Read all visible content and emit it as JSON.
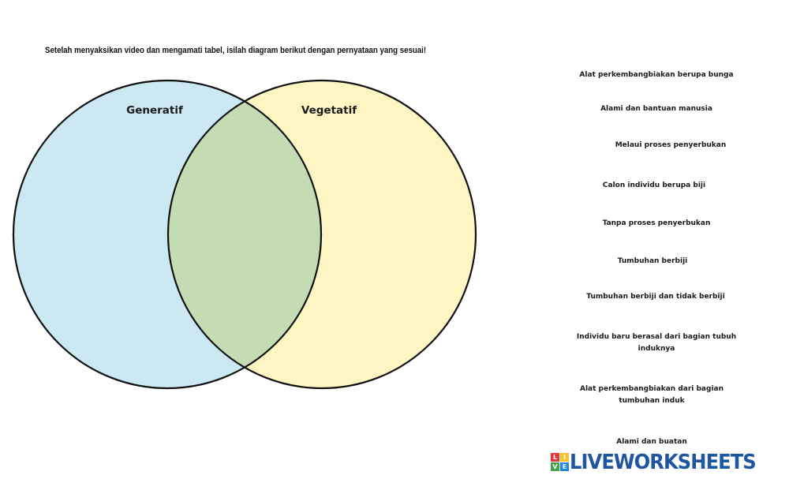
{
  "instruction": "Setelah menyaksikan video dan mengamati tabel, isilah diagram berikut dengan pernyataan yang sesuai!",
  "venn": {
    "left_title": "Generatif",
    "right_title": "Vegetatif",
    "colors": {
      "left_fill": "#cbe8f3",
      "right_fill": "#fdf6c2",
      "overlap_fill": "#c4dcb4",
      "stroke": "#111111"
    }
  },
  "options": [
    {
      "lines": [
        "Alat perkembangbiakan berupa bunga"
      ]
    },
    {
      "lines": [
        "Alami dan bantuan manusia"
      ]
    },
    {
      "lines": [
        "Melaui proses penyerbukan"
      ]
    },
    {
      "lines": [
        "Calon individu berupa biji"
      ]
    },
    {
      "lines": [
        "Tanpa proses penyerbukan"
      ]
    },
    {
      "lines": [
        "Tumbuhan berbiji"
      ]
    },
    {
      "lines": [
        "Tumbuhan berbiji dan tidak berbiji"
      ]
    },
    {
      "lines": [
        "Individu baru berasal dari bagian tubuh",
        "induknya"
      ]
    },
    {
      "lines": [
        "Alat perkembangbiakan dari bagian",
        "tumbuhan induk"
      ]
    },
    {
      "lines": [
        "Alami dan buatan"
      ]
    }
  ],
  "logo": {
    "text": "LIVEWORKSHEETS",
    "cubes": [
      "L",
      "I",
      "V",
      "E"
    ]
  }
}
